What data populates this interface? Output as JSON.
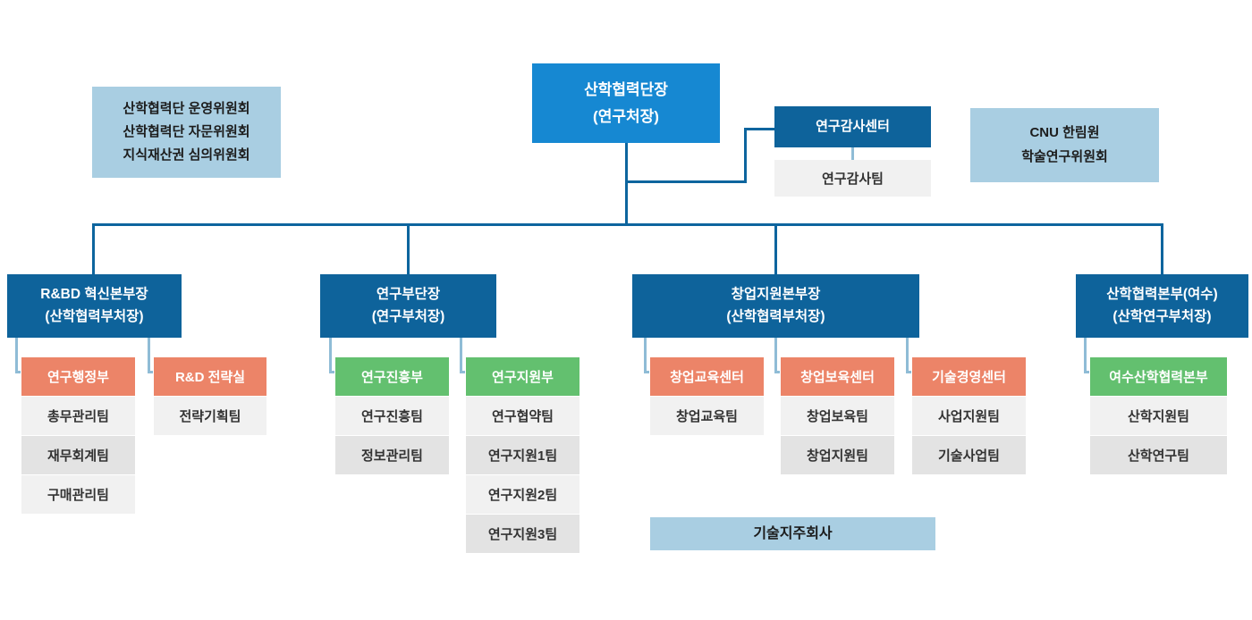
{
  "palette": {
    "head_blue": "#1688d2",
    "dark_blue": "#0e639b",
    "light_blue": "#a9cee2",
    "orange": "#ec8468",
    "green": "#63c06f",
    "team_gray_light": "#f1f1f1",
    "team_gray_dark": "#e3e3e3",
    "connector_dark": "#0d659e",
    "connector_light": "#8fbcd6"
  },
  "head": {
    "label": "산학협력단장\n(연구처장)"
  },
  "committees_left": {
    "label": "산학협력단 운영위원회\n산학협력단 자문위원회\n지식재산권 심의위원회"
  },
  "committees_right": {
    "label": "CNU 한림원\n학술연구위원회"
  },
  "audit": {
    "center": "연구감사센터",
    "team": "연구감사팀"
  },
  "tech_holding": {
    "label": "기술지주회사"
  },
  "divisions": [
    {
      "label": "R&BD 혁신본부장\n(산학협력부처장)",
      "groups": [
        {
          "name": "연구행정부",
          "teams": [
            "총무관리팀",
            "재무회계팀",
            "구매관리팀"
          ]
        },
        {
          "name": "R&D 전략실",
          "teams": [
            "전략기획팀"
          ]
        }
      ]
    },
    {
      "label": "연구부단장\n(연구부처장)",
      "groups": [
        {
          "name": "연구진흥부",
          "teams": [
            "연구진흥팀",
            "정보관리팀"
          ]
        },
        {
          "name": "연구지원부",
          "teams": [
            "연구협약팀",
            "연구지원1팀",
            "연구지원2팀",
            "연구지원3팀"
          ]
        }
      ]
    },
    {
      "label": "창업지원본부장\n(산학협력부처장)",
      "groups": [
        {
          "name": "창업교육센터",
          "teams": [
            "창업교육팀"
          ]
        },
        {
          "name": "창업보육센터",
          "teams": [
            "창업보육팀",
            "창업지원팀"
          ]
        },
        {
          "name": "기술경영센터",
          "teams": [
            "사업지원팀",
            "기술사업팀"
          ]
        }
      ]
    },
    {
      "label": "산학협력본부(여수)\n(산학연구부처장)",
      "groups": [
        {
          "name": "여수산학협력본부",
          "teams": [
            "산학지원팀",
            "산학연구팀"
          ]
        }
      ]
    }
  ]
}
